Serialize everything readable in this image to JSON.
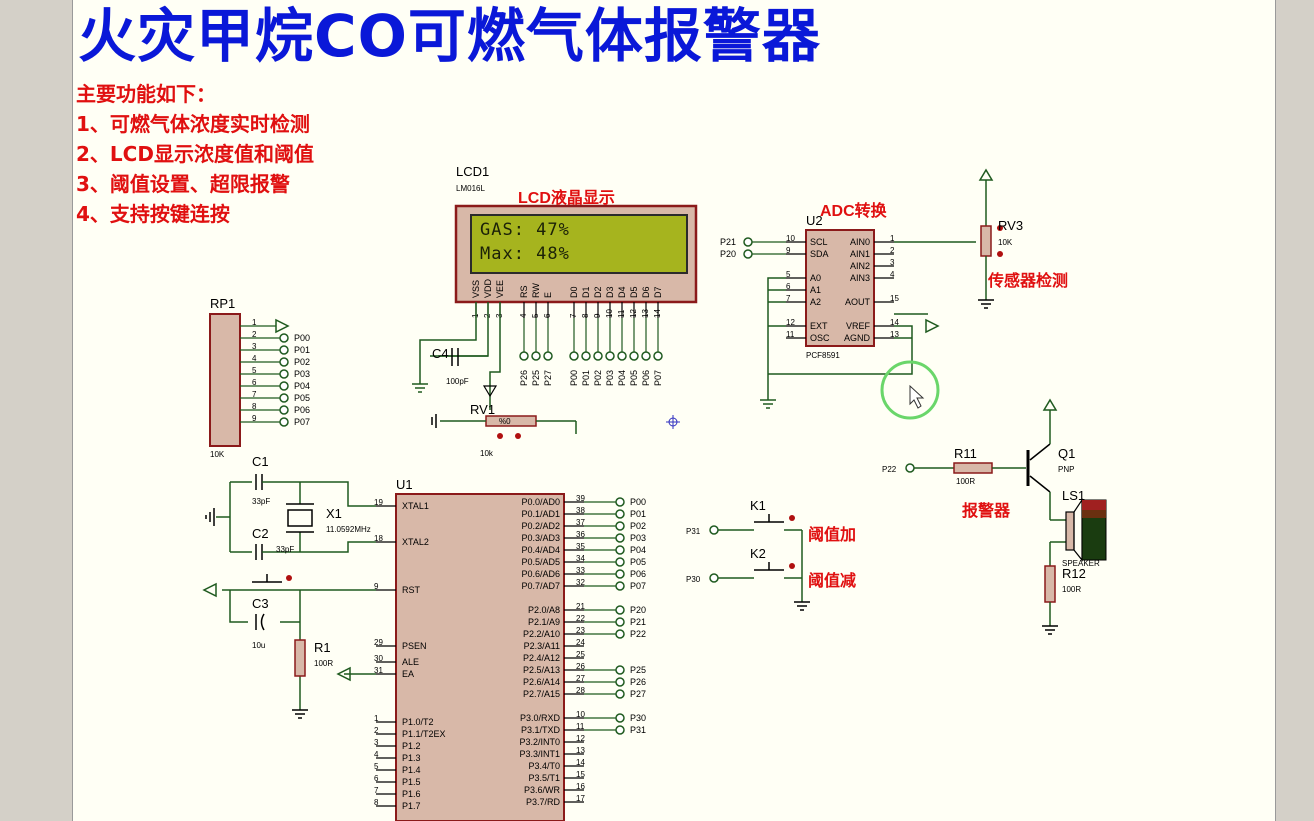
{
  "title": "火灾甲烷CO可燃气体报警器",
  "features": [
    "主要功能如下：",
    "1、可燃气体浓度实时检测",
    "2、LCD显示浓度值和阈值",
    "3、阈值设置、超限报警",
    "4、支持按键连按"
  ],
  "annotations": {
    "lcd": "LCD液晶显示",
    "adc": "ADC转换",
    "sensor": "传感器检测",
    "alarm": "报警器",
    "k1": "阈值加",
    "k2": "阈值减"
  },
  "lcd": {
    "ref": "LCD1",
    "part": "LM016L",
    "line1": "GAS: 47%",
    "line2": "Max: 48%",
    "pins": [
      "VSS",
      "VDD",
      "VEE",
      "RS",
      "RW",
      "E",
      "D0",
      "D1",
      "D2",
      "D3",
      "D4",
      "D5",
      "D6",
      "D7"
    ],
    "pin_numbers": [
      "1",
      "2",
      "3",
      "4",
      "5",
      "6",
      "7",
      "8",
      "9",
      "10",
      "11",
      "12",
      "13",
      "14"
    ],
    "bus": [
      "P26",
      "P25",
      "P27",
      "P00",
      "P01",
      "P02",
      "P03",
      "P04",
      "P05",
      "P06",
      "P07"
    ]
  },
  "rp1": {
    "ref": "RP1",
    "value": "10K",
    "pins": [
      "1",
      "2",
      "3",
      "4",
      "5",
      "6",
      "7",
      "8",
      "9"
    ],
    "nets": [
      "P00",
      "P01",
      "P02",
      "P03",
      "P04",
      "P05",
      "P06",
      "P07"
    ]
  },
  "c4": {
    "ref": "C4",
    "value": "100pF"
  },
  "rv1": {
    "ref": "RV1",
    "value": "10k",
    "marking": "%0"
  },
  "u2": {
    "ref": "U2",
    "part": "PCF8591",
    "left_pins": [
      {
        "num": "10",
        "name": "SCL"
      },
      {
        "num": "9",
        "name": "SDA"
      },
      {
        "num": "5",
        "name": "A0"
      },
      {
        "num": "6",
        "name": "A1"
      },
      {
        "num": "7",
        "name": "A2"
      },
      {
        "num": "12",
        "name": "EXT"
      },
      {
        "num": "11",
        "name": "OSC"
      }
    ],
    "right_pins": [
      {
        "num": "1",
        "name": "AIN0"
      },
      {
        "num": "2",
        "name": "AIN1"
      },
      {
        "num": "3",
        "name": "AIN2"
      },
      {
        "num": "4",
        "name": "AIN3"
      },
      {
        "num": "15",
        "name": "AOUT"
      },
      {
        "num": "14",
        "name": "VREF"
      },
      {
        "num": "13",
        "name": "AGND"
      }
    ],
    "nets": [
      "P21",
      "P20"
    ]
  },
  "rv3": {
    "ref": "RV3",
    "value": "10K"
  },
  "u1": {
    "ref": "U1",
    "left_pins": [
      {
        "num": "19",
        "name": "XTAL1"
      },
      {
        "num": "18",
        "name": "XTAL2"
      },
      {
        "num": "9",
        "name": "RST"
      },
      {
        "num": "29",
        "name": "PSEN"
      },
      {
        "num": "30",
        "name": "ALE"
      },
      {
        "num": "31",
        "name": "EA"
      },
      {
        "num": "1",
        "name": "P1.0/T2"
      },
      {
        "num": "2",
        "name": "P1.1/T2EX"
      },
      {
        "num": "3",
        "name": "P1.2"
      },
      {
        "num": "4",
        "name": "P1.3"
      },
      {
        "num": "5",
        "name": "P1.4"
      },
      {
        "num": "6",
        "name": "P1.5"
      },
      {
        "num": "7",
        "name": "P1.6"
      },
      {
        "num": "8",
        "name": "P1.7"
      }
    ],
    "right_pins": [
      {
        "num": "39",
        "name": "P0.0/AD0",
        "net": "P00"
      },
      {
        "num": "38",
        "name": "P0.1/AD1",
        "net": "P01"
      },
      {
        "num": "37",
        "name": "P0.2/AD2",
        "net": "P02"
      },
      {
        "num": "36",
        "name": "P0.3/AD3",
        "net": "P03"
      },
      {
        "num": "35",
        "name": "P0.4/AD4",
        "net": "P04"
      },
      {
        "num": "34",
        "name": "P0.5/AD5",
        "net": "P05"
      },
      {
        "num": "33",
        "name": "P0.6/AD6",
        "net": "P06"
      },
      {
        "num": "32",
        "name": "P0.7/AD7",
        "net": "P07"
      },
      {
        "num": "21",
        "name": "P2.0/A8",
        "net": "P20"
      },
      {
        "num": "22",
        "name": "P2.1/A9",
        "net": "P21"
      },
      {
        "num": "23",
        "name": "P2.2/A10",
        "net": "P22"
      },
      {
        "num": "24",
        "name": "P2.3/A11",
        "net": ""
      },
      {
        "num": "25",
        "name": "P2.4/A12",
        "net": ""
      },
      {
        "num": "26",
        "name": "P2.5/A13",
        "net": "P25"
      },
      {
        "num": "27",
        "name": "P2.6/A14",
        "net": "P26"
      },
      {
        "num": "28",
        "name": "P2.7/A15",
        "net": "P27"
      },
      {
        "num": "10",
        "name": "P3.0/RXD",
        "net": "P30"
      },
      {
        "num": "11",
        "name": "P3.1/TXD",
        "net": "P31"
      },
      {
        "num": "12",
        "name": "P3.2/INT0",
        "net": ""
      },
      {
        "num": "13",
        "name": "P3.3/INT1",
        "net": ""
      },
      {
        "num": "14",
        "name": "P3.4/T0",
        "net": ""
      },
      {
        "num": "15",
        "name": "P3.5/T1",
        "net": ""
      },
      {
        "num": "16",
        "name": "P3.6/WR",
        "net": ""
      },
      {
        "num": "17",
        "name": "P3.7/RD",
        "net": ""
      }
    ]
  },
  "c1": {
    "ref": "C1",
    "value": "33pF"
  },
  "c2": {
    "ref": "C2",
    "value": "33pF"
  },
  "x1": {
    "ref": "X1",
    "value": "11.0592MHz"
  },
  "c3": {
    "ref": "C3",
    "value": "10u"
  },
  "r1": {
    "ref": "R1",
    "value": "100R"
  },
  "k1": {
    "ref": "K1",
    "net": "P31"
  },
  "k2": {
    "ref": "K2",
    "net": "P30"
  },
  "r11": {
    "ref": "R11",
    "value": "100R",
    "net": "P22"
  },
  "q1": {
    "ref": "Q1",
    "type": "PNP"
  },
  "ls1": {
    "ref": "LS1",
    "part": "SPEAKER"
  },
  "r12": {
    "ref": "R12",
    "value": "100R"
  },
  "colors": {
    "title": "#0a18d8",
    "annotation": "#e01010",
    "wire": "#1f5a1f",
    "component": "#8b1a1a",
    "body": "#d8b8a8",
    "lcd_screen": "#a6b41e"
  }
}
